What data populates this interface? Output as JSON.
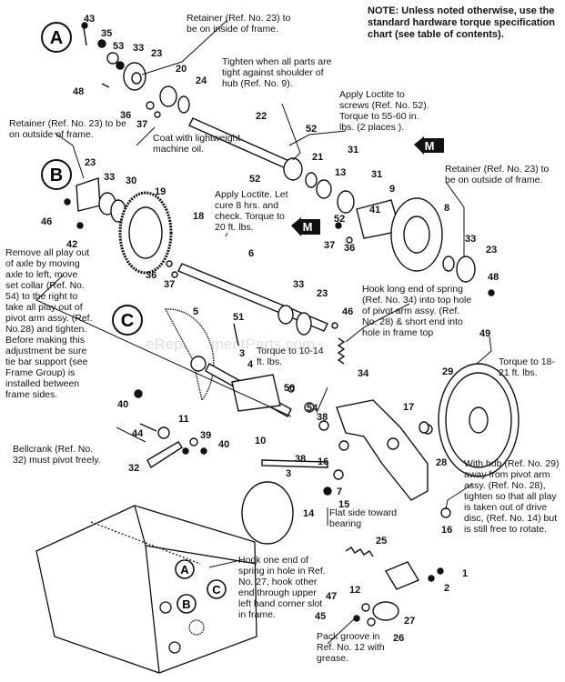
{
  "note_top": "NOTE: Unless noted otherwise, use the standard hardware torque specification chart (see table of contents).",
  "group_labels": [
    "A",
    "B",
    "C"
  ],
  "section_tabs": [
    "M",
    "M"
  ],
  "watermark": "eReplacementParts.com",
  "notes": {
    "retainer_inside": "Retainer (Ref. No. 23) to be on inside of frame.",
    "tighten_hub": "Tighten when all parts are tight against shoulder of hub (Ref. No. 9).",
    "loctite_screws": "Apply Loctite to screws (Ref. No. 52). Torque to 55-60 in. lbs. (2 places ).",
    "retainer_outside_left": "Retainer (Ref. No. 23) to be on outside of frame.",
    "coat_oil": "Coat with lightweight machine oil.",
    "retainer_outside_right": "Retainer (Ref. No. 23) to be on outside of frame.",
    "loctite_cure": "Apply Loctite. Let cure 8 hrs. and check. Torque to 20 ft. lbs.",
    "remove_play": "Remove all play out of axle by moving axle to left, move set collar (Ref. No. 54) to the right to take all play out of pivot arm assy. (Ref. No.28) and tighten. Before making this adjustment be sure tie bar support (see Frame Group) is installed between frame sides.",
    "hook_spring": "Hook long end of spring (Ref. No. 34) into top hole of pivot arm assy. (Ref. No. 28) & short end into hole in frame top",
    "torque_10_14": "Torque to 10-14 ft. lbs.",
    "torque_18_21": "Torque to 18-21 ft. lbs.",
    "bellcrank": "Bellcrank (Ref. No. 32) must pivot freely.",
    "with_hub": "With hub (Ref. No. 29) away from pivot arm assy. (Ref. No. 28), tighten so that all play is taken out of drive disc, (Ref. No. 14) but is still free to rotate.",
    "flat_side": "Flat side toward bearing",
    "hook_spring_27": "Hook one end of spring in hole in Ref. No. 27, hook other end through upper left hand corner slot in frame.",
    "pack_groove": "Pack groove in Ref. No. 12 with grease."
  },
  "callouts": [
    "43",
    "35",
    "53",
    "33",
    "23",
    "48",
    "20",
    "24",
    "36",
    "37",
    "22",
    "52",
    "21",
    "13",
    "31",
    "52",
    "M",
    "19",
    "30",
    "33",
    "23",
    "46",
    "42",
    "18",
    "36",
    "37",
    "41",
    "9",
    "8",
    "37",
    "36",
    "6",
    "33",
    "23",
    "33",
    "23",
    "48",
    "5",
    "51",
    "3",
    "4",
    "46",
    "49",
    "34",
    "29",
    "50",
    "54",
    "38",
    "17",
    "40",
    "11",
    "39",
    "44",
    "40",
    "32",
    "10",
    "38",
    "16",
    "7",
    "28",
    "3",
    "15",
    "14",
    "16",
    "25",
    "1",
    "2",
    "47",
    "12",
    "45",
    "26",
    "27"
  ]
}
